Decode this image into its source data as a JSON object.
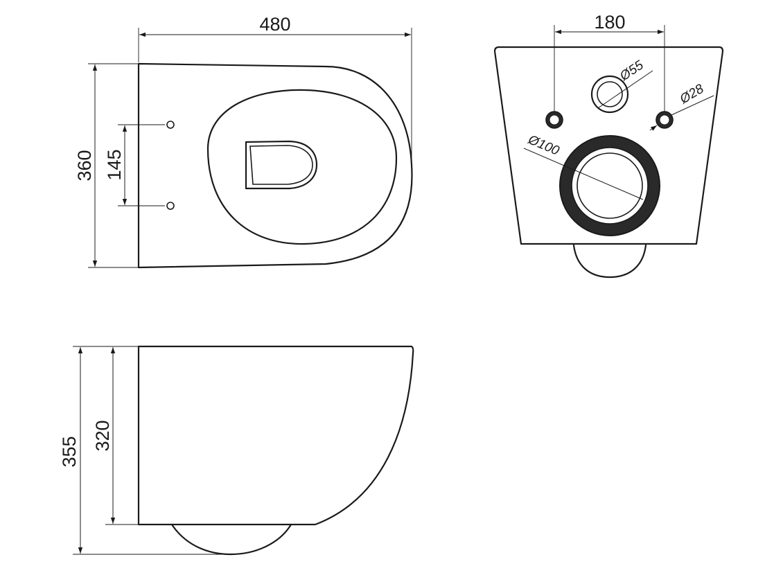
{
  "top_view": {
    "width_label": "480",
    "depth_label": "360",
    "mount_holes_spacing_label": "145"
  },
  "rear_view": {
    "bolt_spacing_label": "180",
    "inlet_diameter_label": "Ø55",
    "bolt_hole_diameter_label": "Ø28",
    "outlet_diameter_label": "Ø100"
  },
  "side_view": {
    "total_height_label": "355",
    "body_height_label": "320"
  }
}
